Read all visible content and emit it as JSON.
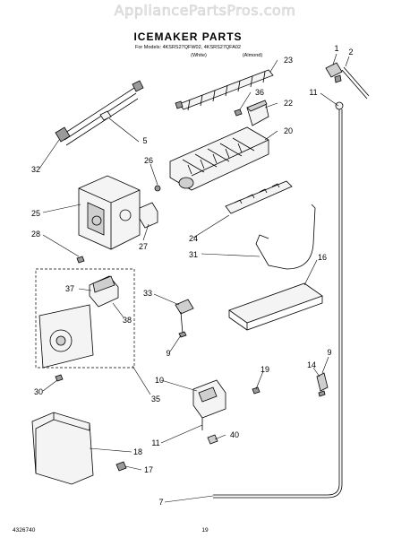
{
  "watermark": "AppliancePartsPros.com",
  "title": "ICEMAKER PARTS",
  "models_line": "For Models: 4KSRS27QFW02, 4KSRS27QFA02",
  "finish_white": "(White)",
  "finish_almond": "(Almond)",
  "callouts": [
    {
      "id": "c1",
      "label": "1"
    },
    {
      "id": "c2",
      "label": "2"
    },
    {
      "id": "c23",
      "label": "23"
    },
    {
      "id": "c11a",
      "label": "11"
    },
    {
      "id": "c36",
      "label": "36"
    },
    {
      "id": "c22",
      "label": "22"
    },
    {
      "id": "c5",
      "label": "5"
    },
    {
      "id": "c20",
      "label": "20"
    },
    {
      "id": "c32",
      "label": "32"
    },
    {
      "id": "c26",
      "label": "26"
    },
    {
      "id": "c25",
      "label": "25"
    },
    {
      "id": "c28",
      "label": "28"
    },
    {
      "id": "c27",
      "label": "27"
    },
    {
      "id": "c24",
      "label": "24"
    },
    {
      "id": "c31",
      "label": "31"
    },
    {
      "id": "c16",
      "label": "16"
    },
    {
      "id": "c37",
      "label": "37"
    },
    {
      "id": "c33",
      "label": "33"
    },
    {
      "id": "c38",
      "label": "38"
    },
    {
      "id": "c9a",
      "label": "9"
    },
    {
      "id": "c9b",
      "label": "9"
    },
    {
      "id": "c14",
      "label": "14"
    },
    {
      "id": "c10",
      "label": "10"
    },
    {
      "id": "c19",
      "label": "19"
    },
    {
      "id": "c30",
      "label": "30"
    },
    {
      "id": "c35",
      "label": "35"
    },
    {
      "id": "c11b",
      "label": "11"
    },
    {
      "id": "c40",
      "label": "40"
    },
    {
      "id": "c18",
      "label": "18"
    },
    {
      "id": "c17",
      "label": "17"
    },
    {
      "id": "c7",
      "label": "7"
    }
  ],
  "footer_left": "4326740",
  "footer_page": "19"
}
